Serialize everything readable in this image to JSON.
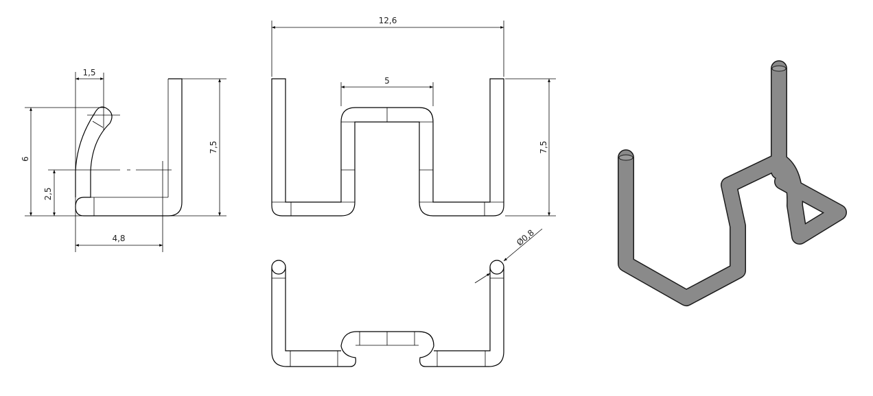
{
  "drawing": {
    "side_view": {
      "dims": {
        "top_offset": "1,5",
        "total_height": "6",
        "bend_height": "2,5",
        "width": "4,8",
        "leg_height": "7,5"
      }
    },
    "front_view": {
      "dims": {
        "overall_width": "12,6",
        "inner_width": "5",
        "leg_height": "7,5"
      }
    },
    "bottom_view": {
      "dims": {
        "wire_diameter": "Ø0,8"
      }
    },
    "iso_view": {
      "color": "#8a8a8a"
    }
  }
}
